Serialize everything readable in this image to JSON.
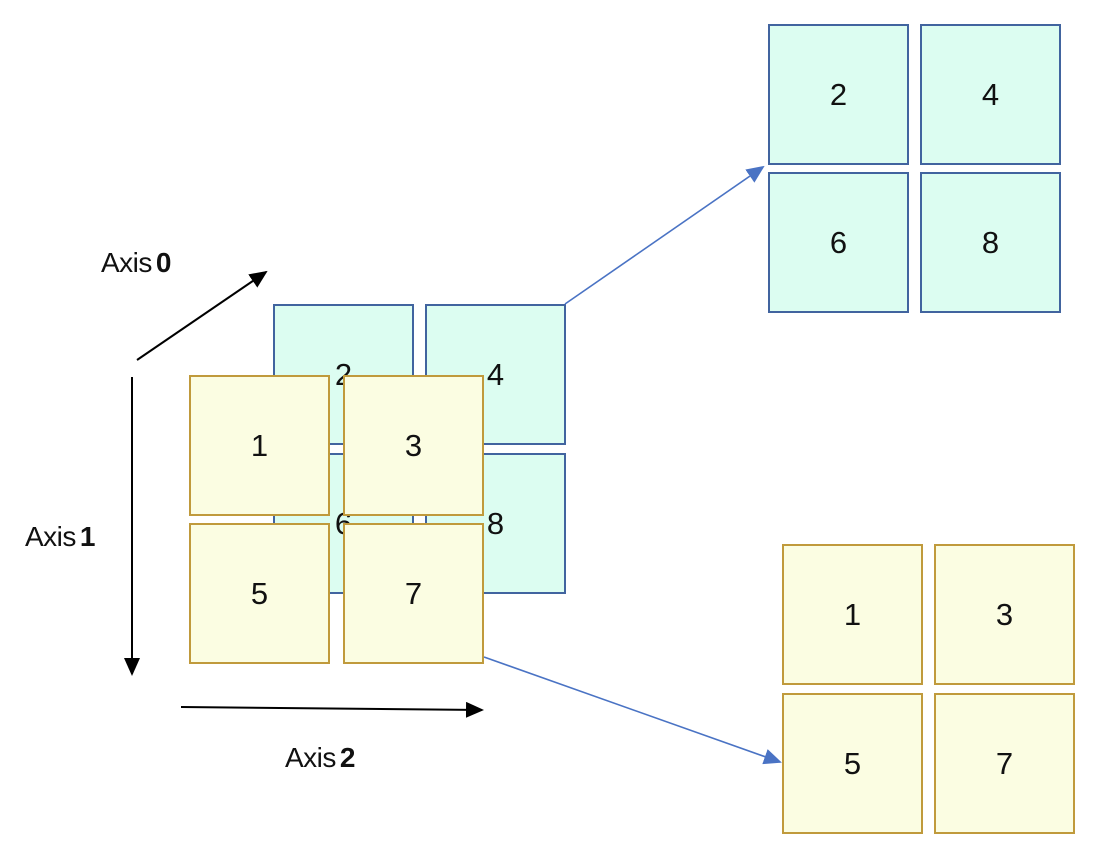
{
  "axes": {
    "axis0": {
      "word": "Axis",
      "index": "0"
    },
    "axis1": {
      "word": "Axis",
      "index": "1"
    },
    "axis2": {
      "word": "Axis",
      "index": "2"
    }
  },
  "stack": {
    "back_layer": [
      "2",
      "4",
      "6",
      "8"
    ],
    "front_layer": [
      "1",
      "3",
      "5",
      "7"
    ]
  },
  "output_top": [
    "2",
    "4",
    "6",
    "8"
  ],
  "output_bottom": [
    "1",
    "3",
    "5",
    "7"
  ],
  "colors": {
    "teal_fill": "#dcfdf1",
    "teal_border": "#41649f",
    "yellow_fill": "#fbfde2",
    "yellow_border": "#c09a3c",
    "connector": "#4a73c4",
    "axis_arrow": "#000000"
  }
}
